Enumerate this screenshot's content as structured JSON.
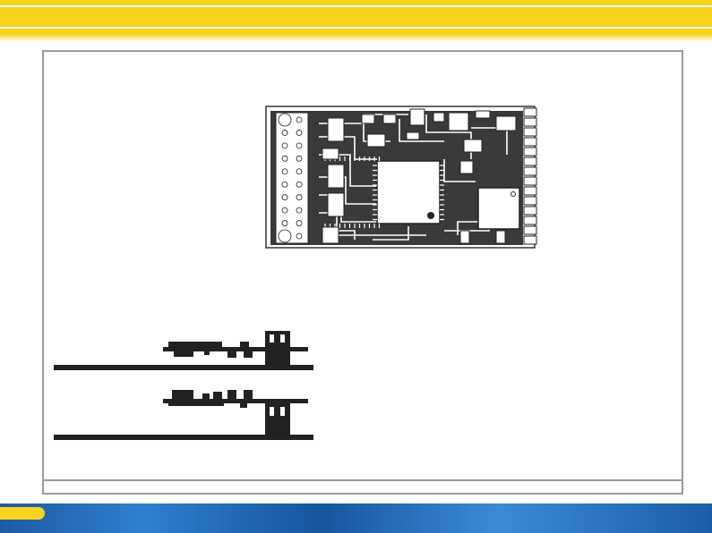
{
  "page": {
    "accent_color": "#f6d31c",
    "footer_color": "#1d5aa3",
    "frame_color": "#9a9a9a"
  },
  "diagram": {
    "pcb_top_view": {
      "pin_header_pins": 20,
      "edge_pads": 14
    },
    "side_views": [
      {
        "orientation": "connector-top"
      },
      {
        "orientation": "connector-bottom"
      }
    ]
  }
}
